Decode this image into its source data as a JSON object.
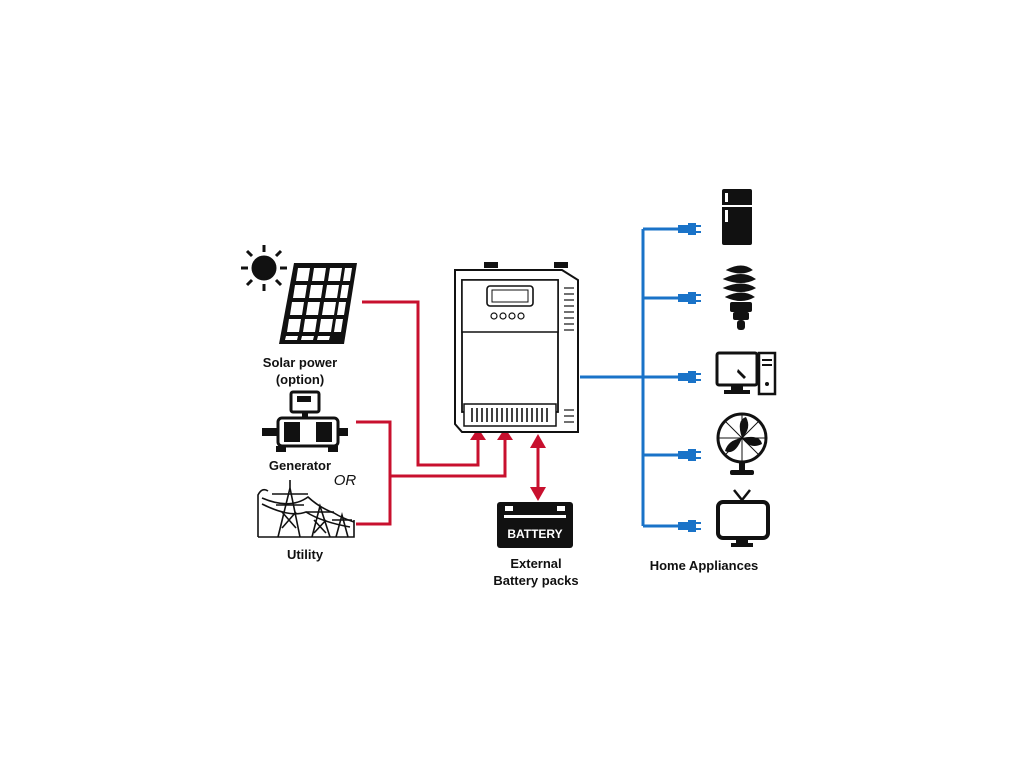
{
  "labels": {
    "solar_line1": "Solar power",
    "solar_line2": "(option)",
    "generator": "Generator",
    "or": "OR",
    "utility": "Utility",
    "battery_word": "BATTERY",
    "battery_line1": "External",
    "battery_line2": "Battery packs",
    "appliances": "Home Appliances"
  },
  "colors": {
    "input_wire": "#c8102e",
    "output_wire": "#1a73c8",
    "ink": "#111111"
  },
  "icons": [
    "sun-icon",
    "solar-panel-icon",
    "generator-icon",
    "utility-tower-icon",
    "inverter-icon",
    "battery-icon",
    "refrigerator-icon",
    "cfl-bulb-icon",
    "computer-icon",
    "fan-icon",
    "tv-icon",
    "plug-icon"
  ]
}
